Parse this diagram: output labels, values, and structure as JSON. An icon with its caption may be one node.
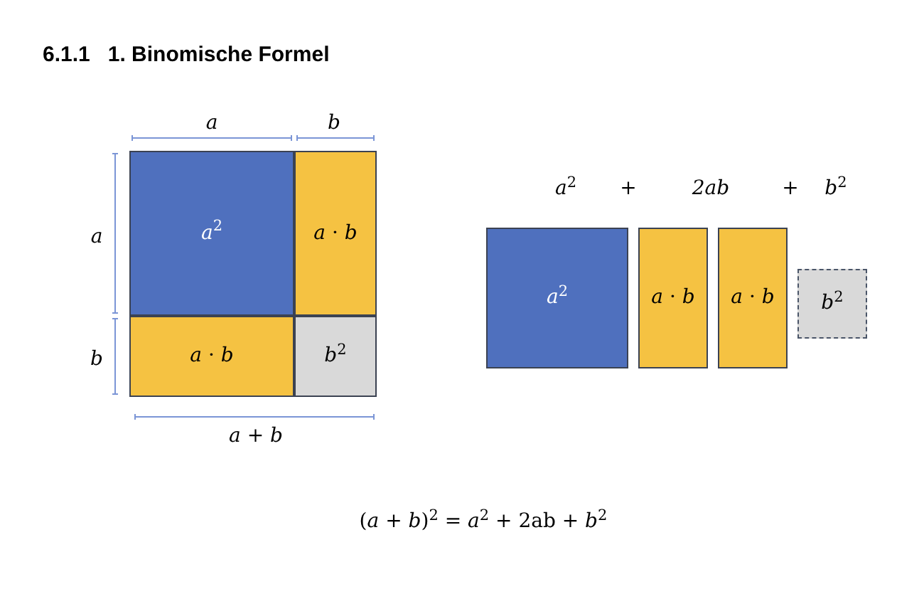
{
  "diagram": {
    "title": "6.1.1   1. Binomische Formel",
    "nodes": [
      {
        "text": [
          "*a*$^{2}$"
        ]
      },
      {
        "text": [
          "*a* · *b*"
        ]
      },
      {
        "text": [
          "*a* · *b*"
        ]
      },
      {
        "text": [
          "*b*$^{2}$"
        ]
      },
      {
        "text": [
          "*a*$^{2}$"
        ]
      },
      {
        "text": [
          "*a* · *b*"
        ]
      },
      {
        "text": [
          "*a* · *b*"
        ]
      },
      {
        "text": [
          "*b*$^{2}$"
        ]
      }
    ],
    "edges": [],
    "labels": [
      "*a*",
      "*b*",
      "*a*",
      "*b*",
      "*a* + *b*",
      "*a*$^{2}$",
      "+",
      "2ab",
      "+",
      "*b*$^{2}$",
      "(*a* + *b*)$^{2}$ = *a*$^{2}$ + 2ab + *b*$^{2}$"
    ]
  }
}
